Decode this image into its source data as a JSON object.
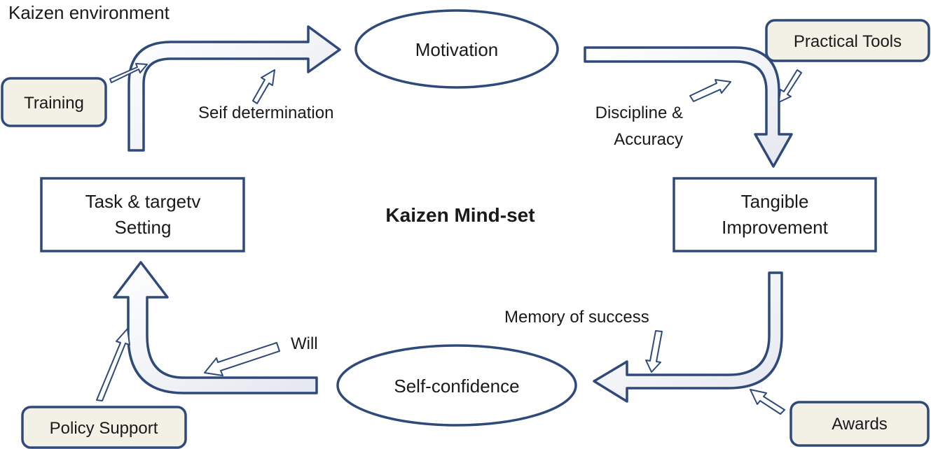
{
  "environment_label": "Kaizen environment",
  "center_label": "Kaizen Mind-set",
  "nodes": {
    "motivation": "Motivation",
    "tangible_line1": "Tangible",
    "tangible_line2": "Improvement",
    "self_confidence": "Self-confidence",
    "task_line1": "Task & targetv",
    "task_line2": "Setting"
  },
  "inputs": {
    "training": "Training",
    "practical_tools": "Practical Tools",
    "awards": "Awards",
    "policy_support": "Policy Support"
  },
  "annotations": {
    "self_determination": "Seif determination",
    "discipline_line1": "Discipline &",
    "discipline_line2": "Accuracy",
    "memory_of_success": "Memory of success",
    "will": "Will"
  },
  "colors": {
    "stroke": "#2f4a7a",
    "box_fill": "#f3f1e6",
    "arrow_fill": "#ffffff"
  }
}
